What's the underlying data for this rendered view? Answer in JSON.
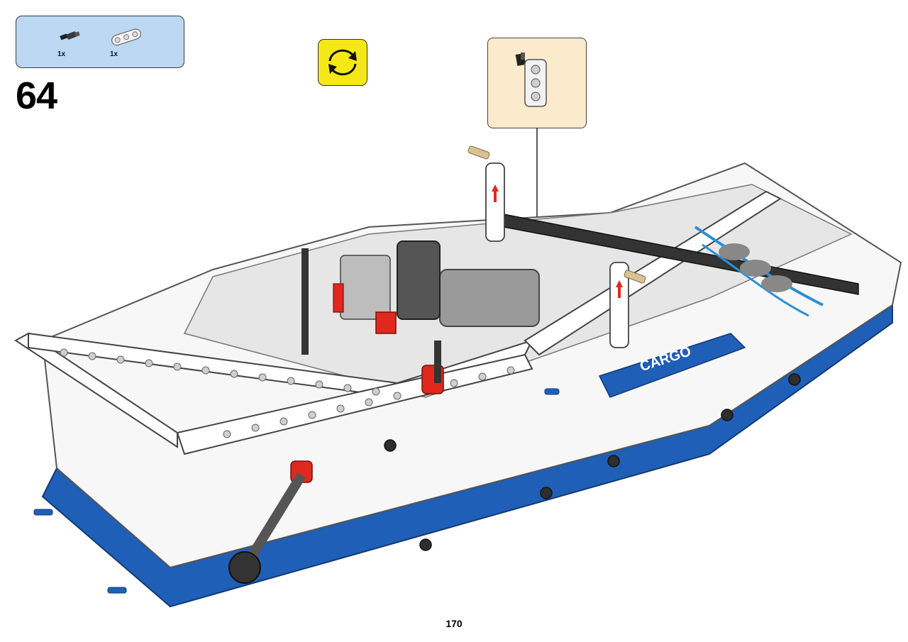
{
  "instruction": {
    "step_number": "64",
    "page_number": "170",
    "parts": [
      {
        "name": "technic-axle-pin-black",
        "qty": "1x"
      },
      {
        "name": "technic-beam-3-white",
        "qty": "1x"
      }
    ],
    "model_label": "CARGO"
  },
  "colors": {
    "parts_box_bg": "#bcd8f2",
    "rotate_icon_bg": "#f6e817",
    "callout_bg": "#fbeacb",
    "model_blue": "#1f5fb8",
    "model_white": "#ffffff",
    "model_gray": "#9a9a9a",
    "model_dark": "#3a3a3a",
    "model_red": "#e0281e"
  },
  "icons": [
    "rotate-model-icon"
  ]
}
